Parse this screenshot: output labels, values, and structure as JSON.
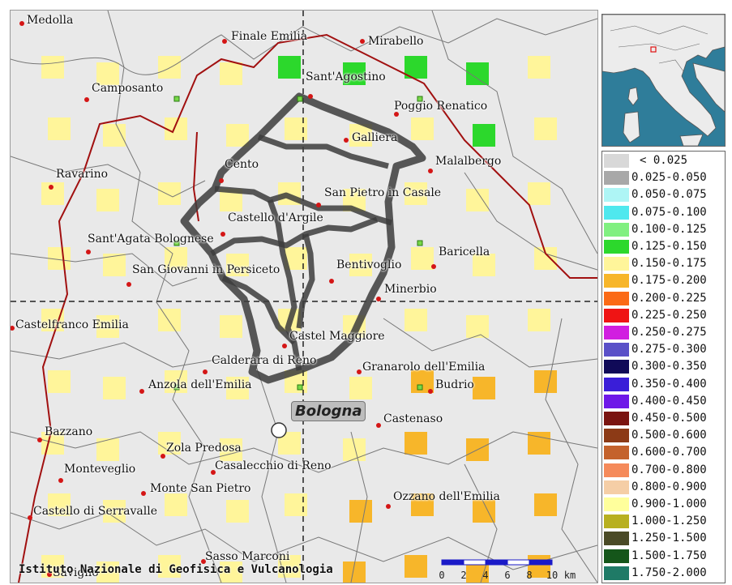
{
  "towns": [
    {
      "name": "Medolla",
      "dot": [
        14,
        16
      ],
      "label": [
        20,
        4
      ]
    },
    {
      "name": "Finale Emilia",
      "dot": [
        264,
        38
      ],
      "label": [
        272,
        24
      ]
    },
    {
      "name": "Mirabello",
      "dot": [
        434,
        38
      ],
      "label": [
        441,
        30
      ]
    },
    {
      "name": "Sant'Agostino",
      "dot": [
        370,
        106
      ],
      "label": [
        364,
        74
      ]
    },
    {
      "name": "Camposanto",
      "dot": [
        94,
        110
      ],
      "label": [
        100,
        88
      ]
    },
    {
      "name": "Poggio Renatico",
      "dot": [
        476,
        128
      ],
      "label": [
        473,
        110
      ]
    },
    {
      "name": "Galliera",
      "dot": [
        414,
        160
      ],
      "label": [
        421,
        149
      ]
    },
    {
      "name": "Malalbergo",
      "dot": [
        518,
        198
      ],
      "label": [
        524,
        178
      ]
    },
    {
      "name": "Cento",
      "dot": [
        260,
        210
      ],
      "label": [
        264,
        182
      ]
    },
    {
      "name": "Ravarino",
      "dot": [
        50,
        218
      ],
      "label": [
        56,
        194
      ]
    },
    {
      "name": "San Pietro in Casale",
      "dot": [
        380,
        240
      ],
      "label": [
        387,
        217
      ]
    },
    {
      "name": "Castello d'Argile",
      "dot": [
        262,
        276
      ],
      "label": [
        268,
        248
      ]
    },
    {
      "name": "Sant'Agata Bolognese",
      "dot": [
        96,
        298
      ],
      "label": [
        95,
        274
      ]
    },
    {
      "name": "Baricella",
      "dot": [
        522,
        316
      ],
      "label": [
        528,
        290
      ]
    },
    {
      "name": "Bentivoglio",
      "dot": [
        396,
        334
      ],
      "label": [
        402,
        306
      ]
    },
    {
      "name": "San Giovanni in Persiceto",
      "dot": [
        146,
        338
      ],
      "label": [
        150,
        312
      ]
    },
    {
      "name": "Minerbio",
      "dot": [
        454,
        356
      ],
      "label": [
        461,
        336
      ]
    },
    {
      "name": "Castelfranco Emilia",
      "dot": [
        2,
        392
      ],
      "label": [
        6,
        380
      ]
    },
    {
      "name": "Castel Maggiore",
      "dot": [
        338,
        414
      ],
      "label": [
        344,
        394
      ]
    },
    {
      "name": "Calderara di Reno",
      "dot": [
        240,
        446
      ],
      "label": [
        248,
        424
      ]
    },
    {
      "name": "Granarolo dell'Emilia",
      "dot": [
        430,
        446
      ],
      "label": [
        434,
        432
      ]
    },
    {
      "name": "Anzola dell'Emilia",
      "dot": [
        162,
        470
      ],
      "label": [
        170,
        454
      ]
    },
    {
      "name": "Budrio",
      "dot": [
        518,
        470
      ],
      "label": [
        524,
        454
      ]
    },
    {
      "name": "Castenaso",
      "dot": [
        454,
        512
      ],
      "label": [
        460,
        496
      ]
    },
    {
      "name": "Bazzano",
      "dot": [
        36,
        530
      ],
      "label": [
        42,
        512
      ]
    },
    {
      "name": "Zola Predosa",
      "dot": [
        188,
        550
      ],
      "label": [
        192,
        532
      ]
    },
    {
      "name": "Casalecchio di Reno",
      "dot": [
        250,
        570
      ],
      "label": [
        252,
        554
      ]
    },
    {
      "name": "Monteveglio",
      "dot": [
        62,
        580
      ],
      "label": [
        66,
        558
      ]
    },
    {
      "name": "Monte San Pietro",
      "dot": [
        164,
        596
      ],
      "label": [
        172,
        582
      ]
    },
    {
      "name": "Ozzano dell'Emilia",
      "dot": [
        466,
        612
      ],
      "label": [
        472,
        592
      ]
    },
    {
      "name": "Castello di Serravalle",
      "dot": [
        24,
        626
      ],
      "label": [
        28,
        610
      ]
    },
    {
      "name": "Sasso Marconi",
      "dot": [
        238,
        680
      ],
      "label": [
        240,
        666
      ]
    },
    {
      "name": "Savigno",
      "dot": [
        48,
        696
      ],
      "label": [
        52,
        686
      ]
    }
  ],
  "city_label": "Bologna",
  "credit": "Istituto Nazionale di Geofisica e Vulcanologia",
  "scale": {
    "ticks": [
      "0",
      "2",
      "4",
      "6",
      "8",
      "10"
    ],
    "unit": "km"
  },
  "legend": [
    {
      "label": "< 0.025",
      "color": "#d8d8d8"
    },
    {
      "label": "0.025-0.050",
      "color": "#a8a8a8"
    },
    {
      "label": "0.050-0.075",
      "color": "#aef5f5"
    },
    {
      "label": "0.075-0.100",
      "color": "#4fe8ee"
    },
    {
      "label": "0.100-0.125",
      "color": "#80f080"
    },
    {
      "label": "0.125-0.150",
      "color": "#2cd82c"
    },
    {
      "label": "0.150-0.175",
      "color": "#fff59a"
    },
    {
      "label": "0.175-0.200",
      "color": "#f7b62a"
    },
    {
      "label": "0.200-0.225",
      "color": "#fb6a16"
    },
    {
      "label": "0.225-0.250",
      "color": "#ef1414"
    },
    {
      "label": "0.250-0.275",
      "color": "#d11ee0"
    },
    {
      "label": "0.275-0.300",
      "color": "#5a50c8"
    },
    {
      "label": "0.300-0.350",
      "color": "#100a58"
    },
    {
      "label": "0.350-0.400",
      "color": "#3a1ed8"
    },
    {
      "label": "0.400-0.450",
      "color": "#6e18e8"
    },
    {
      "label": "0.450-0.500",
      "color": "#7a1410"
    },
    {
      "label": "0.500-0.600",
      "color": "#8c3a16"
    },
    {
      "label": "0.600-0.700",
      "color": "#c4622c"
    },
    {
      "label": "0.700-0.800",
      "color": "#f58a5a"
    },
    {
      "label": "0.800-0.900",
      "color": "#f5cea6"
    },
    {
      "label": "0.900-1.000",
      "color": "#ffff9c"
    },
    {
      "label": "1.000-1.250",
      "color": "#b8b020"
    },
    {
      "label": "1.250-1.500",
      "color": "#4a4a26"
    },
    {
      "label": "1.500-1.750",
      "color": "#15561a"
    },
    {
      "label": "1.750-2.000",
      "color": "#1f7a66"
    }
  ],
  "cells": {
    "grid_x": [
      52,
      120,
      196,
      272,
      344,
      424,
      500,
      576,
      652
    ],
    "grid_y": [
      70,
      146,
      226,
      306,
      382,
      458,
      534,
      610,
      686
    ],
    "green": [
      [
        4,
        0
      ],
      [
        5,
        0
      ],
      [
        6,
        0
      ],
      [
        7,
        0
      ],
      [
        7,
        1
      ]
    ],
    "orange": [
      [
        7,
        5
      ],
      [
        8,
        5
      ],
      [
        6,
        5
      ],
      [
        5,
        7
      ],
      [
        6,
        7
      ],
      [
        7,
        7
      ],
      [
        8,
        7
      ],
      [
        5,
        8
      ],
      [
        6,
        8
      ],
      [
        7,
        8
      ],
      [
        8,
        8
      ],
      [
        6,
        6
      ],
      [
        7,
        6
      ],
      [
        8,
        6
      ]
    ]
  }
}
